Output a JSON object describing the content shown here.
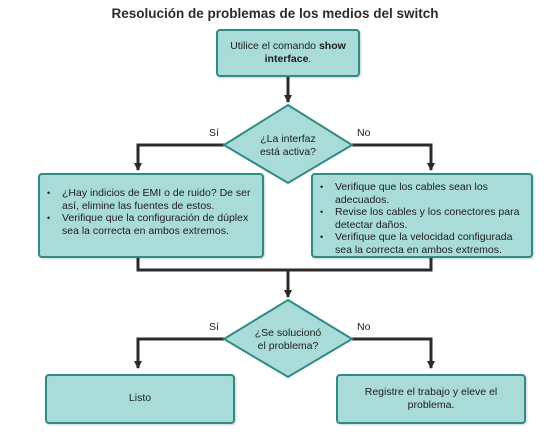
{
  "title": "Resolución de problemas de los medios del switch",
  "start": {
    "text_plain": "Utilice el comando ",
    "text_bold": "show interface",
    "text_end": "."
  },
  "decision1": {
    "text": "¿La interfaz está activa?",
    "yes": "Sí",
    "no": "No"
  },
  "left_box": {
    "items": [
      "¿Hay indicios de EMI o de ruido? De ser así, elimine las fuentes de estos.",
      "Verifique que la configuración de dúplex sea la correcta en ambos extremos."
    ]
  },
  "right_box": {
    "items": [
      "Verifique que los cables sean los adecuados.",
      "Revise los cables y los conectores para detectar daños.",
      "Verifique que la velocidad configurada sea la correcta en ambos extremos."
    ]
  },
  "decision2": {
    "text": "¿Se solucionó el problema?",
    "yes": "Sí",
    "no": "No"
  },
  "end_yes": "Listo",
  "end_no": "Registre el trabajo y eleve el problema.",
  "colors": {
    "box_fill": "#a9dcd8",
    "box_border": "#2f8b86",
    "connector": "#2b2b2b"
  }
}
